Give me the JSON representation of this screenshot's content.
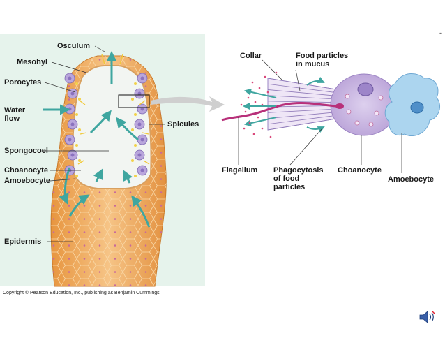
{
  "labels": {
    "osculum": "Osculum",
    "mesohyl": "Mesohyl",
    "porocytes": "Porocytes",
    "water_flow_line1": "Water",
    "water_flow_line2": "flow",
    "spicules": "Spicules",
    "spongocoel": "Spongocoel",
    "choanocyte_left": "Choanocyte",
    "amoebocyte_left": "Amoebocyte",
    "epidermis": "Epidermis",
    "collar": "Collar",
    "food_particles_line1": "Food particles",
    "food_particles_line2": "in mucus",
    "flagellum": "Flagellum",
    "phagocytosis_line1": "Phagocytosis",
    "phagocytosis_line2": "of food",
    "phagocytosis_line3": "particles",
    "choanocyte_right": "Choanocyte",
    "amoebocyte_right": "Amoebocyte"
  },
  "copyright": "Copyright © Pearson Education, Inc., publishing as Benjamin Cummings.",
  "corner_mark": "-",
  "icons": {
    "speaker": "speaker-icon"
  },
  "colors": {
    "panel_bg": "#e6f3ec",
    "body_orange": "#f0b267",
    "cell_purple": "#c9b3e0",
    "amoebocyte_blue": "#a9d3ee",
    "flow_arrow": "#3fa6a0",
    "flagellum": "#b8307a"
  }
}
